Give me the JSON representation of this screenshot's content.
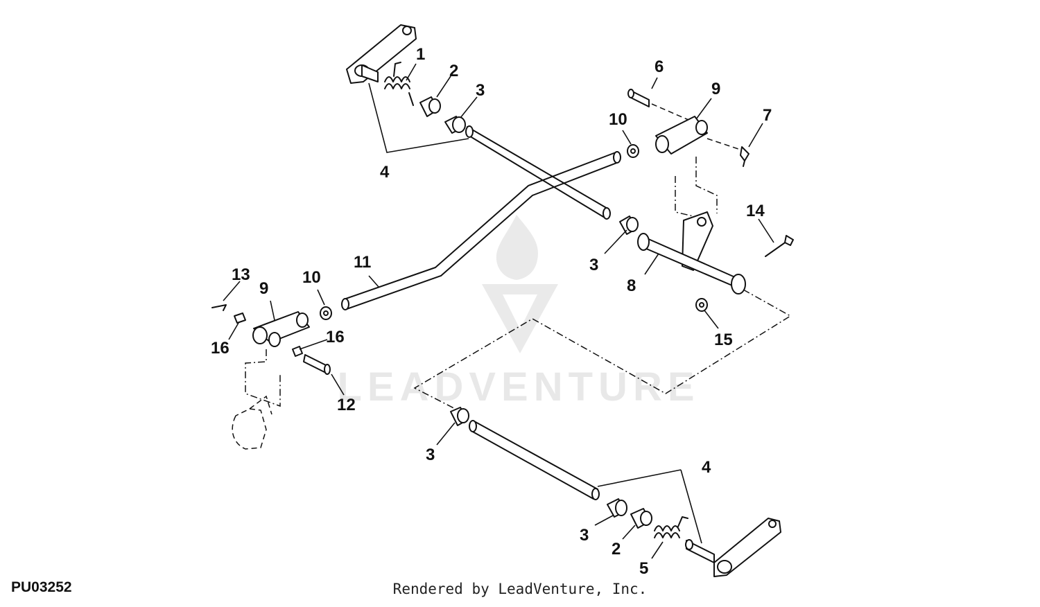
{
  "watermark": {
    "brand": "LEADVENTURE"
  },
  "figure_code": "PU03252",
  "footer": "Rendered by LeadVenture, Inc.",
  "callouts": {
    "c1": "1",
    "c2a": "2",
    "c3a": "3",
    "c4a": "4",
    "c6": "6",
    "c9a": "9",
    "c10a": "10",
    "c7": "7",
    "c14": "14",
    "c3b": "3",
    "c8": "8",
    "c15": "15",
    "c11": "11",
    "c13": "13",
    "c9b": "9",
    "c10b": "10",
    "c16a": "16",
    "c16b": "16",
    "c12": "12",
    "c3c": "3",
    "c4b": "4",
    "c3d": "3",
    "c2b": "2",
    "c5": "5"
  }
}
